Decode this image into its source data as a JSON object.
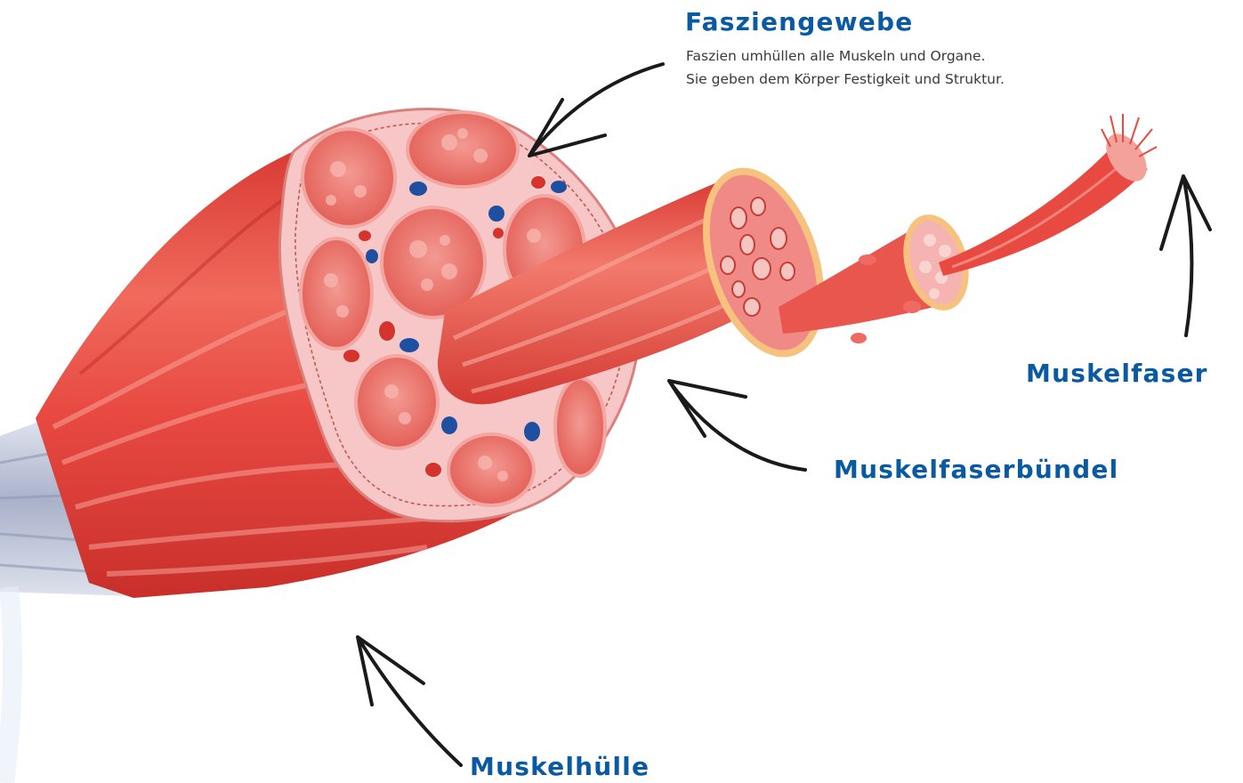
{
  "labels": {
    "fasziengewebe": {
      "title": "Fasziengewebe",
      "line1": "Faszien umhüllen alle Muskeln und Organe.",
      "line2": "Sie geben dem Körper Festigkeit und Struktur."
    },
    "muskelfaser": "Muskelfaser",
    "muskelfaserbuendel": "Muskelfaserbündel",
    "muskelhuelle": "Muskelhülle"
  },
  "colors": {
    "label_blue": "#0a5aa3",
    "muscle_red": "#e84a42",
    "fascia_pink": "#f5b3b5",
    "tendon_silver": "#c9cfe0",
    "vessel_blue": "#1f4fa0",
    "vessel_red": "#d6332c",
    "arrow_black": "#1a1a1a"
  }
}
